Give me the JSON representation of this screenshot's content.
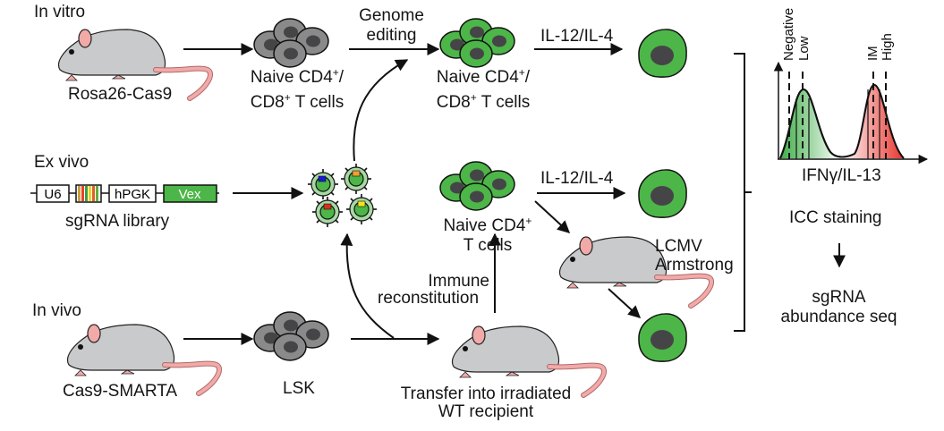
{
  "sections": {
    "in_vitro": "In vitro",
    "ex_vivo": "Ex vivo",
    "in_vivo": "In vivo"
  },
  "in_vitro": {
    "mouse_label": "Rosa26-Cas9",
    "naive_cells_line1": "Naive CD4",
    "naive_cells_sup1": "+",
    "naive_cells_slash": "/",
    "naive_cells_line2_a": "CD8",
    "naive_cells_sup2": "+",
    "naive_cells_line2_b": " T cells",
    "genome_editing_line1": "Genome",
    "genome_editing_line2": "editing",
    "edited_cells_line1": "Naive CD4",
    "edited_cells_sup1": "+",
    "edited_cells_slash": "/",
    "edited_cells_line2_a": "CD8",
    "edited_cells_sup2": "+",
    "edited_cells_line2_b": " T cells",
    "cytokines": "IL-12/IL-4"
  },
  "ex_vivo": {
    "construct": [
      "U6",
      "",
      "hPGK",
      "Vex"
    ],
    "library_label": "sgRNA library",
    "virus_cargo_colors": [
      "#1a1ad6",
      "#f0a030",
      "#d8301c",
      "#f2e41a"
    ]
  },
  "in_vivo": {
    "mouse_label": "Cas9-SMARTA",
    "lsk_label": "LSK",
    "transfer_line1": "Transfer into irradiated",
    "transfer_line2": "WT recipient",
    "reconstitution_line1": "Immune",
    "reconstitution_line2": "reconstitution",
    "cd4_line1": "Naive CD4",
    "cd4_sup": "+",
    "cd4_line2": "T cells",
    "cytokines": "IL-12/IL-4",
    "infection_line1": "LCMV",
    "infection_line2": "Armstrong"
  },
  "readout": {
    "gates": [
      "Negative",
      "Low",
      "IM",
      "High"
    ],
    "axis_label": "IFNγ/IL-13",
    "step1": "ICC staining",
    "step2_line1": "sgRNA",
    "step2_line2": "abundance seq"
  },
  "colors": {
    "cell_green": "#4cb648",
    "cell_grey": "#8a8a8a",
    "nucleus": "#454547",
    "mouse_body": "#c9cacc",
    "mouse_pink": "#f1aaa8",
    "peak_green": "#3fae49",
    "peak_red": "#e8342c"
  }
}
